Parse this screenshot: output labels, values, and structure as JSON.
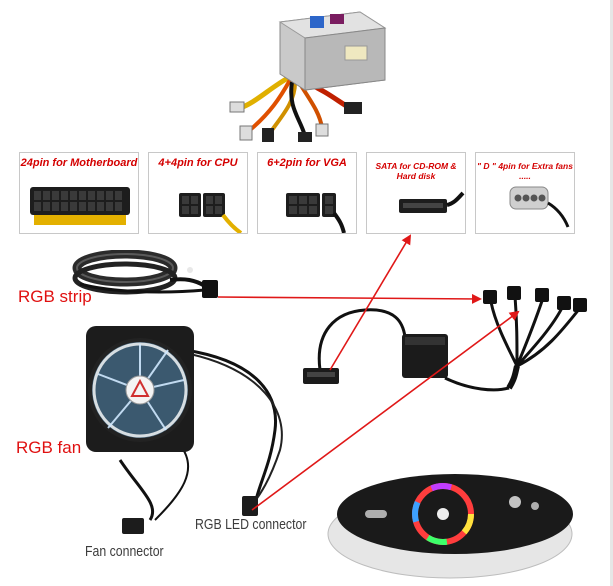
{
  "cards": [
    {
      "label": "24pin for Motherboard"
    },
    {
      "label": "4+4pin for CPU"
    },
    {
      "label": "6+2pin for VGA"
    },
    {
      "label": "SATA for CD-ROM & Hard disk"
    },
    {
      "label": "\" D \" 4pin for Extra fans ....."
    }
  ],
  "labels": {
    "rgb_strip": "RGB strip",
    "rgb_fan": "RGB fan",
    "rgb_led_connector": "RGB LED connector",
    "fan_connector": "Fan connector"
  },
  "colors": {
    "arrow": "#e01818",
    "label_red": "#e01010",
    "cable": "#1a1a1a"
  }
}
